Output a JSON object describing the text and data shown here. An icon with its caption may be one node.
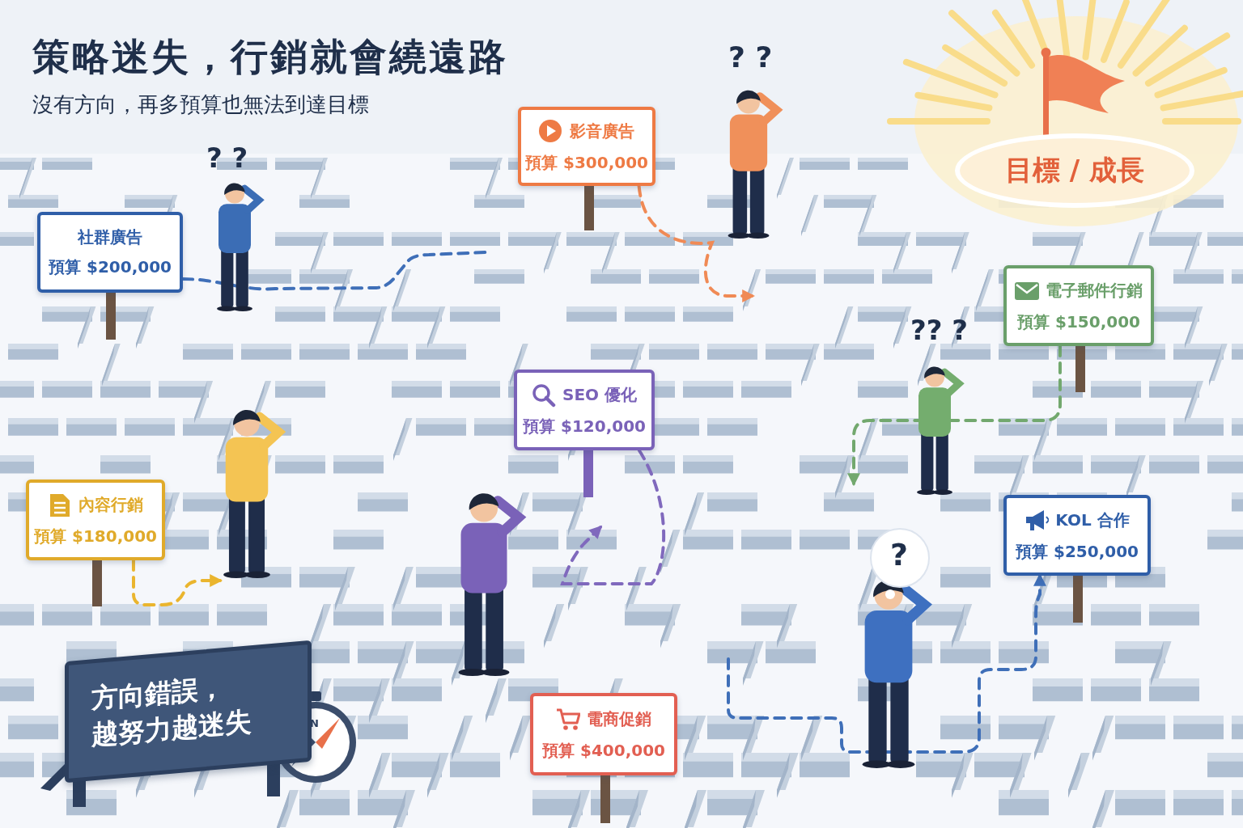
{
  "diagram": {
    "title": "策略迷失，行銷就會繞遠路",
    "nodes": [
      {
        "text": [
          "目標 / 成長"
        ]
      },
      {
        "text": [
          "影音廣告",
          "預算 $300,000"
        ]
      },
      {
        "text": [
          "社群廣告",
          "預算 $200,000"
        ]
      },
      {
        "text": [
          "電子郵件行銷",
          "預算 $150,000"
        ]
      },
      {
        "text": [
          "SEO 優化",
          "預算 $120,000"
        ]
      },
      {
        "text": [
          "內容行銷",
          "預算 $180,000"
        ]
      },
      {
        "text": [
          "KOL 合作",
          "預算 $250,000"
        ]
      },
      {
        "text": [
          "電商促銷",
          "預算 $400,000"
        ]
      },
      {
        "text": [
          "方向錯誤，越努力越迷失"
        ]
      }
    ],
    "edges": [
      {
        "from": 2,
        "to": null,
        "arrow": "none",
        "style": "dashed",
        "color": "#3f6fb8"
      },
      {
        "from": 1,
        "to": null,
        "arrow": "to",
        "style": "dashed",
        "color": "#f08a55"
      },
      {
        "from": 3,
        "to": null,
        "arrow": "to",
        "style": "dashed",
        "color": "#72a86e"
      },
      {
        "from": 5,
        "to": null,
        "arrow": "to",
        "style": "dashed",
        "color": "#eab52e"
      },
      {
        "from": 4,
        "to": null,
        "arrow": "to",
        "style": "dashed",
        "color": "#8069bd"
      },
      {
        "from": null,
        "to": 6,
        "arrow": "to",
        "style": "dashed",
        "color": "#3f6fb8"
      }
    ],
    "labels": [
      "沒有方向，再多預算也無法到達目標",
      "? ?",
      "? ?",
      "?? ?",
      "?",
      "N"
    ]
  }
}
